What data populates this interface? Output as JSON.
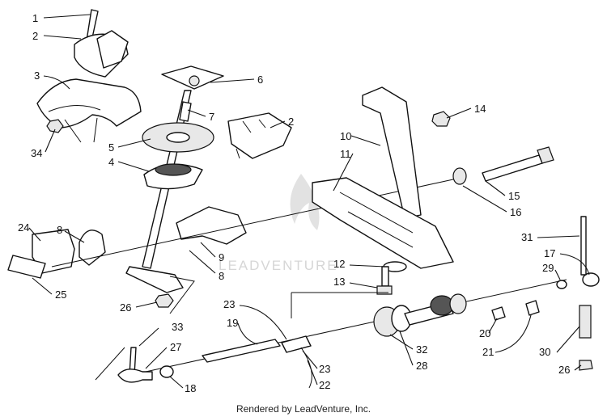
{
  "callouts": [
    {
      "label": "1"
    },
    {
      "label": "2"
    },
    {
      "label": "3"
    },
    {
      "label": "34"
    },
    {
      "label": "6"
    },
    {
      "label": "7"
    },
    {
      "label": "2"
    },
    {
      "label": "5"
    },
    {
      "label": "4"
    },
    {
      "label": "10"
    },
    {
      "label": "11"
    },
    {
      "label": "14"
    },
    {
      "label": "15"
    },
    {
      "label": "16"
    },
    {
      "label": "24"
    },
    {
      "label": "8"
    },
    {
      "label": "9"
    },
    {
      "label": "8"
    },
    {
      "label": "25"
    },
    {
      "label": "26"
    },
    {
      "label": "12"
    },
    {
      "label": "13"
    },
    {
      "label": "31"
    },
    {
      "label": "17"
    },
    {
      "label": "29"
    },
    {
      "label": "23"
    },
    {
      "label": "19"
    },
    {
      "label": "33"
    },
    {
      "label": "27"
    },
    {
      "label": "18"
    },
    {
      "label": "32"
    },
    {
      "label": "28"
    },
    {
      "label": "23"
    },
    {
      "label": "22"
    },
    {
      "label": "20"
    },
    {
      "label": "21"
    },
    {
      "label": "30"
    },
    {
      "label": "26"
    }
  ],
  "watermark": "LEADVENTURE",
  "footer": "Rendered by LeadVenture, Inc."
}
